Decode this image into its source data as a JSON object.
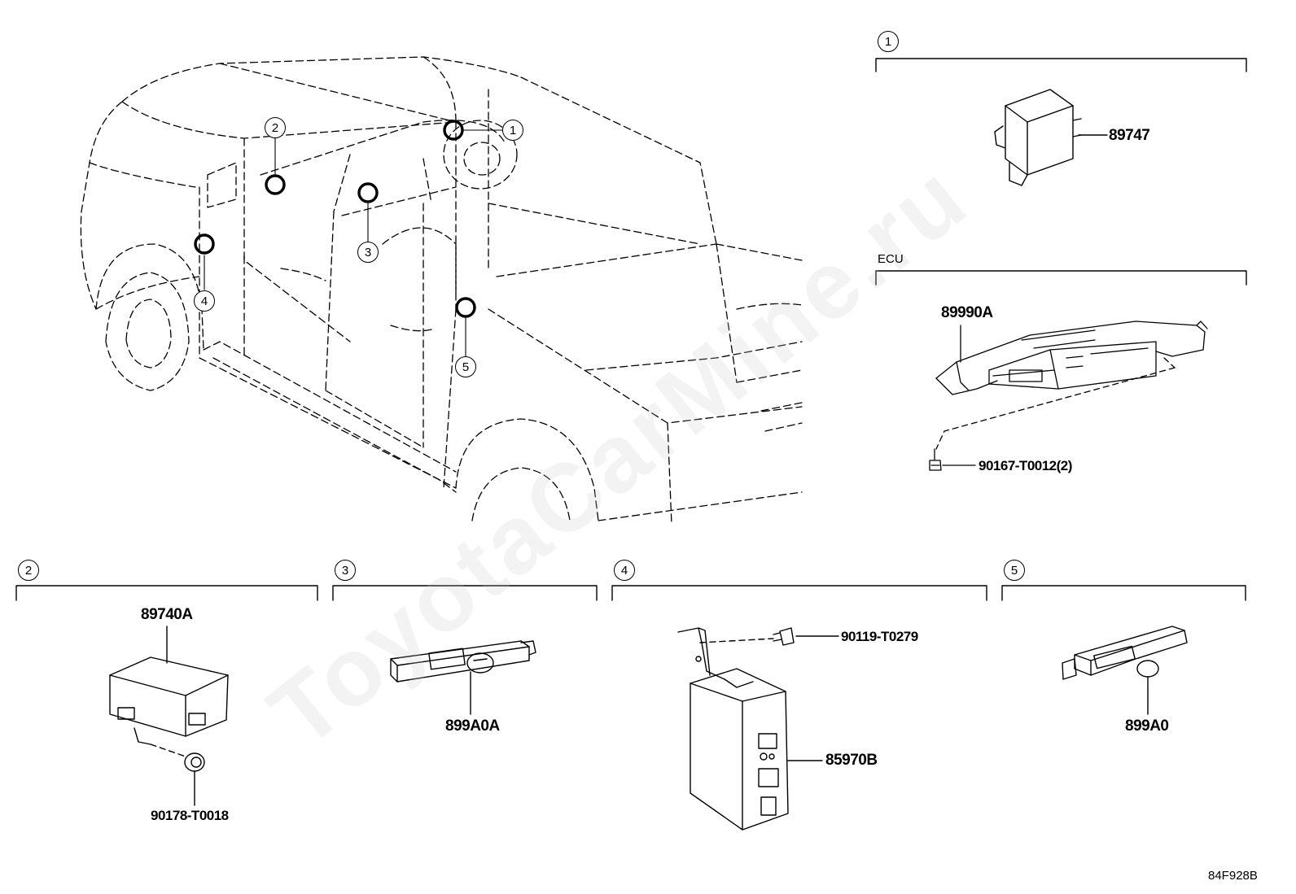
{
  "watermark": "ToyotaCarMine.ru",
  "diagram_code": "84F928B",
  "callouts": [
    "1",
    "2",
    "3",
    "4",
    "5"
  ],
  "sections": {
    "s1": {
      "num": "1",
      "parts": [
        "89747"
      ]
    },
    "ecu": {
      "label": "ECU",
      "parts": [
        "89990A",
        "90167-T0012(2)"
      ]
    },
    "s2": {
      "num": "2",
      "parts": [
        "89740A",
        "90178-T0018"
      ]
    },
    "s3": {
      "num": "3",
      "parts": [
        "899A0A"
      ]
    },
    "s4": {
      "num": "4",
      "parts": [
        "90119-T0279",
        "85970B"
      ]
    },
    "s5": {
      "num": "5",
      "parts": [
        "899A0"
      ]
    }
  }
}
